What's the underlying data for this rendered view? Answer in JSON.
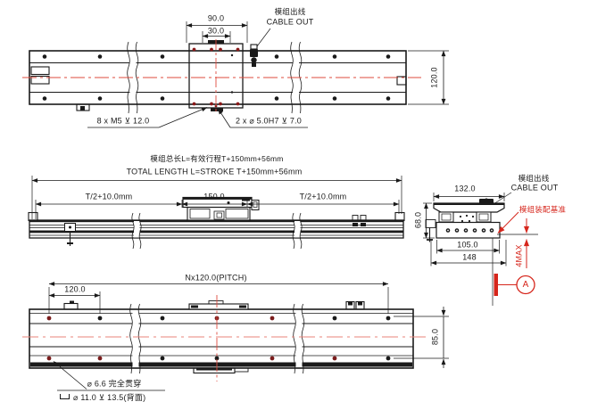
{
  "colors": {
    "line": "#1a1a1a",
    "accent_red": "#d6261c",
    "centerline_red": "#dd4b3e"
  },
  "top_view": {
    "dim_carriage_outer": "90.0",
    "dim_carriage_inner": "30.0",
    "cable_out_cn": "模组出线",
    "cable_out_en": "CABLE OUT",
    "dim_body_width": "120.0",
    "note_tapped_holes": "8 x  M5 ⊻ 12.0",
    "note_pin_holes": "2 x ⌀ 5.0H7 ⊻ 7.0"
  },
  "front_view": {
    "length_note_cn": "模组总长L=有效行程T+150mm+56mm",
    "length_note_en": "TOTAL LENGTH L=STROKE T+150mm+56mm",
    "dim_left_travel": "T/2+10.0mm",
    "dim_carriage_length": "150.0",
    "dim_right_travel": "T/2+10.0mm"
  },
  "section_view": {
    "dim_top_width": "132.0",
    "dim_height": "68.0",
    "dim_mount_width": "105.0",
    "dim_overall_width": "148",
    "cable_out_cn": "模组出线",
    "cable_out_en": "CABLE OUT",
    "assembly_datum_cn": "模组装配基准",
    "dim_protrusion": "4MAX",
    "datum_label": "A"
  },
  "bottom_view": {
    "dim_pitch": "Nx120.0(PITCH)",
    "dim_first_pitch": "120.0",
    "dim_hole_rows": "85.0",
    "note_through_hole": "⌀ 6.6 完全贯穿",
    "note_counterbore": "⌀ 11.0 ⊻ 13.5(背面)"
  }
}
